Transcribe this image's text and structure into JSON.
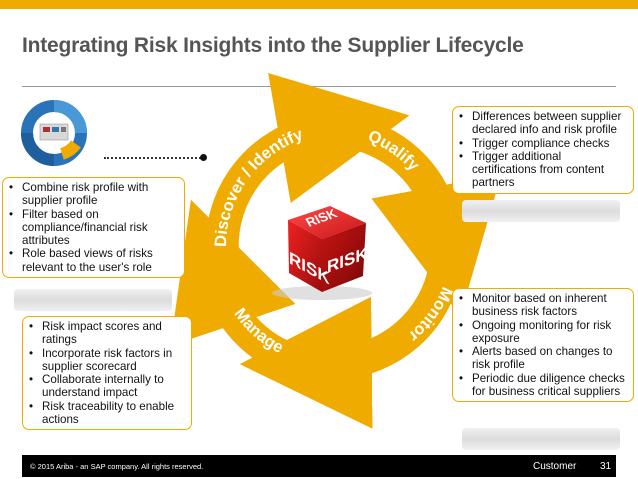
{
  "header": {
    "title": "Integrating Risk Insights into the Supplier Lifecycle",
    "accent_color": "#f0ab00"
  },
  "cycle": {
    "stages": [
      {
        "label": "Discover / Identify"
      },
      {
        "label": "Qualify"
      },
      {
        "label": "Monitor"
      },
      {
        "label": "Manage"
      }
    ],
    "center_icon": "risk-cube-icon",
    "cube_faces": [
      "RISK",
      "RISK",
      "RISK"
    ]
  },
  "callouts": {
    "discover": [
      "Combine risk profile with supplier profile",
      "Filter based on compliance/financial risk attributes",
      "Role based views of risks relevant to the user's role"
    ],
    "qualify": [
      "Differences between supplier declared info and risk profile",
      "Trigger compliance checks",
      "Trigger additional certifications from content partners"
    ],
    "monitor": [
      "Monitor based on inherent business risk factors",
      "Ongoing monitoring for risk exposure",
      "Alerts based on changes to risk profile",
      "Periodic due diligence checks for business critical suppliers"
    ],
    "manage": [
      "Risk impact scores and ratings",
      "Incorporate risk factors in supplier scorecard",
      "Collaborate internally to understand impact",
      "Risk traceability to enable actions"
    ]
  },
  "thumbnail": {
    "icon": "lifecycle-thumbnail-icon"
  },
  "footer": {
    "copyright": "© 2015 Ariba - an SAP company. All rights reserved.",
    "classification": "Customer",
    "page_number": "31"
  }
}
